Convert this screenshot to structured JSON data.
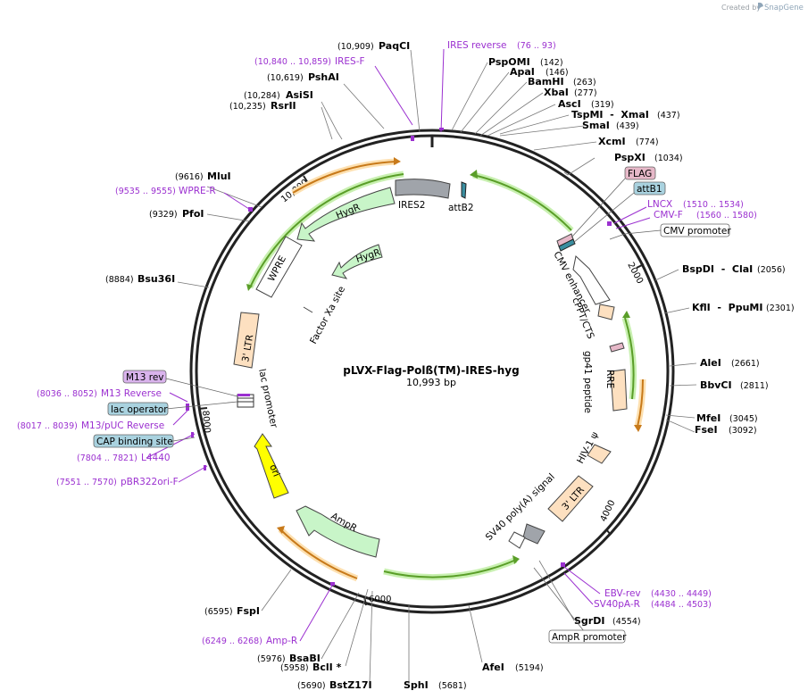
{
  "credit": {
    "prefix": "Created by",
    "brand": "SnapGene"
  },
  "plasmid": {
    "name": "pLVX-Flag-Polß(TM)-IRES-hyg",
    "length": "10,993 bp"
  },
  "ticks": [
    "2000",
    "4000",
    "6000",
    "8000",
    "10,000"
  ],
  "sites": [
    {
      "name": "PaqCI",
      "pos": "(10,909)"
    },
    {
      "name": "PshAI",
      "pos": "(10,619)"
    },
    {
      "name": "AsiSI",
      "pos": "(10,284)"
    },
    {
      "name": "RsrII",
      "pos": "(10,235)"
    },
    {
      "name": "MluI",
      "pos": "(9616)"
    },
    {
      "name": "PfoI",
      "pos": "(9329)"
    },
    {
      "name": "Bsu36I",
      "pos": "(8884)"
    },
    {
      "name": "FspI",
      "pos": "(6595)"
    },
    {
      "name": "BsaBI",
      "pos": "(5976)"
    },
    {
      "name": "BclI *",
      "pos": "(5958)"
    },
    {
      "name": "BstZ17I",
      "pos": "(5690)"
    },
    {
      "name": "SphI",
      "pos": "(5681)"
    },
    {
      "name": "AfeI",
      "pos": "(5194)"
    },
    {
      "name": "SgrDI",
      "pos": "(4554)"
    },
    {
      "name": "FseI",
      "pos": "(3092)"
    },
    {
      "name": "MfeI",
      "pos": "(3045)"
    },
    {
      "name": "BbvCI",
      "pos": "(2811)"
    },
    {
      "name": "AleI",
      "pos": "(2661)"
    },
    {
      "name": "KflI  -  PpuMI",
      "pos": "(2301)"
    },
    {
      "name": "BspDI  -  ClaI",
      "pos": "(2056)"
    },
    {
      "name": "PspXI",
      "pos": "(1034)"
    },
    {
      "name": "XcmI",
      "pos": "(774)"
    },
    {
      "name": "SmaI",
      "pos": "(439)"
    },
    {
      "name": "TspMI  -  XmaI",
      "pos": "(437)"
    },
    {
      "name": "AscI",
      "pos": "(319)"
    },
    {
      "name": "XbaI",
      "pos": "(277)"
    },
    {
      "name": "BamHI",
      "pos": "(263)"
    },
    {
      "name": "ApaI",
      "pos": "(146)"
    },
    {
      "name": "PspOMI",
      "pos": "(142)"
    }
  ],
  "primers": [
    {
      "name": "IRES reverse",
      "pos": "(76 .. 93)"
    },
    {
      "name": "IRES-F",
      "pos": "(10,840 .. 10,859)"
    },
    {
      "name": "WPRE-R",
      "pos": "(9535 .. 9555)"
    },
    {
      "name": "M13 Reverse",
      "pos": "(8036 .. 8052)"
    },
    {
      "name": "M13/pUC Reverse",
      "pos": "(8017 .. 8039)"
    },
    {
      "name": "L4440",
      "pos": "(7804 .. 7821)"
    },
    {
      "name": "pBR322ori-F",
      "pos": "(7551 .. 7570)"
    },
    {
      "name": "Amp-R",
      "pos": "(6249 .. 6268)"
    },
    {
      "name": "EBV-rev",
      "pos": "(4430 .. 4449)"
    },
    {
      "name": "SV40pA-R",
      "pos": "(4484 .. 4503)"
    },
    {
      "name": "LNCX",
      "pos": "(1510 .. 1534)"
    },
    {
      "name": "CMV-F",
      "pos": "(1560 .. 1580)"
    }
  ],
  "boxed_labels": [
    {
      "text": "FLAG",
      "color": "#e6b8c8"
    },
    {
      "text": "attB1",
      "color": "#a9d2df"
    },
    {
      "text": "CMV promoter",
      "color": "#ffffff"
    },
    {
      "text": "M13 rev",
      "color": "#d9b3ec"
    },
    {
      "text": "lac operator",
      "color": "#a9d2df"
    },
    {
      "text": "CAP binding site",
      "color": "#a9d2df"
    },
    {
      "text": "AmpR promoter",
      "color": "#ffffff"
    }
  ],
  "features": {
    "hygr_outer": "HygR",
    "hygr_inner": "HygR",
    "ires2": "IRES2",
    "attb2": "attB2",
    "wpre": "WPRE",
    "factor_xa": "Factor Xa site",
    "ltr3_left": "3' LTR",
    "lac_promoter": "lac promoter",
    "ori": "ori",
    "ampr": "AmpR",
    "sv40": "SV40 poly(A) signal",
    "ltr3_right": "3' LTR",
    "hiv": "HIV-1 ψ",
    "rre": "RRE",
    "gp41": "gp41 peptide",
    "cppt": "cPPT/CTS",
    "cmv_enh": "CMV enhancer"
  },
  "colors": {
    "primer": "#9b30d0",
    "green": "#7fd07f",
    "orange": "#f0a040",
    "feature_green": "#c8f5c8",
    "ltr": "#fde0c0",
    "ori": "#ffff00",
    "gray": "#a0a4aa"
  }
}
